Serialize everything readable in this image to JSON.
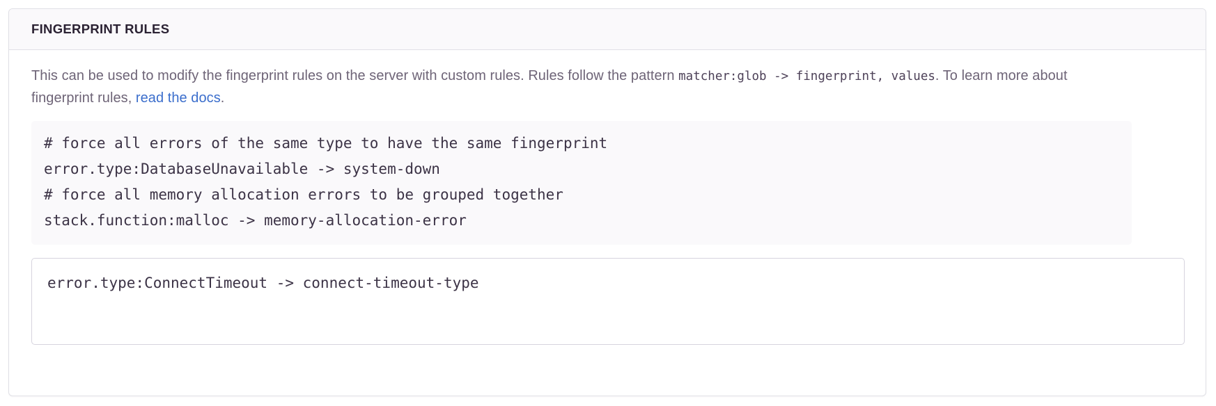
{
  "panel": {
    "title": "FINGERPRINT RULES",
    "description": {
      "part1": "This can be used to modify the fingerprint rules on the server with custom rules. Rules follow the pattern ",
      "code1": "matcher:glob -> fingerprint, values",
      "part2": ". To learn more about fingerprint rules, ",
      "link_text": "read the docs",
      "part3": "."
    },
    "example_code": "# force all errors of the same type to have the same fingerprint\nerror.type:DatabaseUnavailable -> system-down\n# force all memory allocation errors to be grouped together\nstack.function:malloc -> memory-allocation-error",
    "example_code_lines": [
      "# force all errors of the same type to have the same fingerprint",
      "error.type:DatabaseUnavailable -> system-down",
      "# force all memory allocation errors to be grouped together",
      "stack.function:malloc -> memory-allocation-error"
    ],
    "rules_input": {
      "value": "error.type:ConnectTimeout -> connect-timeout-type",
      "placeholder": ""
    }
  },
  "colors": {
    "panel_border": "#e0e0e6",
    "header_bg": "#faf9fb",
    "title_text": "#2b2233",
    "body_text": "#6e6477",
    "code_text": "#3c3346",
    "link": "#3b6ecc",
    "code_block_bg": "#faf9fb",
    "input_border": "#d6d4de"
  }
}
